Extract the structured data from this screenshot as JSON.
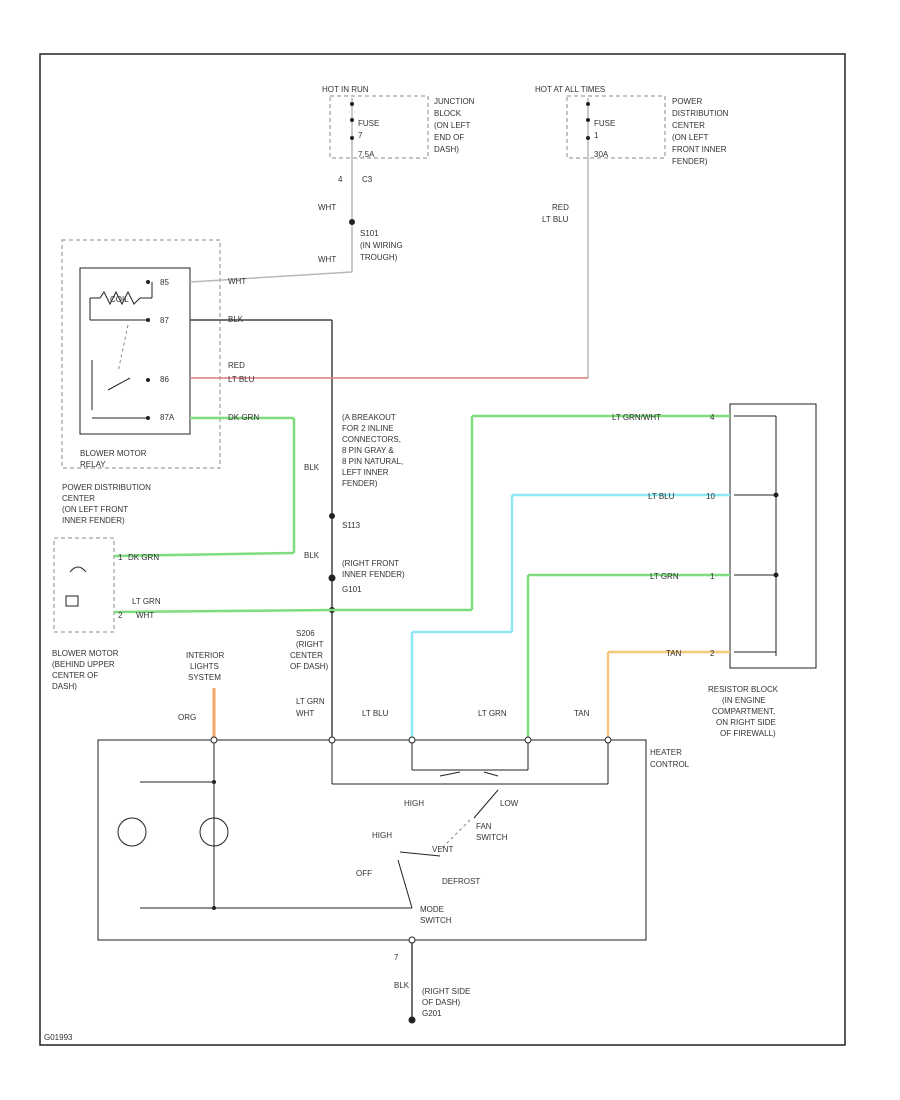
{
  "colors": {
    "frame": "#222222",
    "wire_wht": "#b8b8b8",
    "wire_blk": "#444444",
    "wire_red": "#e07a7a",
    "wire_grn": "#7fdc7f",
    "wire_blu": "#8ee8f4",
    "wire_tan": "#f5c87a",
    "wire_org": "#f3a76a",
    "dash": "#888888"
  },
  "hot_run": {
    "header": "HOT IN RUN",
    "fuse1": "FUSE",
    "fuse2": "7",
    "fuse3": "7.5A",
    "desc": [
      "JUNCTION",
      "BLOCK",
      "(ON LEFT",
      "END OF",
      "DASH)"
    ],
    "conn_pin": "4",
    "conn_id": "C3"
  },
  "hot_all": {
    "header": "HOT AT ALL TIMES",
    "fuse1": "FUSE",
    "fuse2": "1",
    "fuse3": "30A",
    "desc": [
      "POWER",
      "DISTRIBUTION",
      "CENTER",
      "(ON LEFT",
      "FRONT INNER",
      "FENDER)"
    ]
  },
  "splice": {
    "wire_top": "WHT",
    "wire_bottom": "WHT",
    "name": [
      "S101",
      "(IN WIRING",
      "TROUGH)"
    ]
  },
  "relay": {
    "pins": [
      "85",
      "87",
      "86",
      "87A"
    ],
    "pin_label_86": "86",
    "coil": "COIL",
    "label": [
      "BLOWER MOTOR",
      "RELAY"
    ],
    "pdc": [
      "POWER DISTRIBUTION",
      "CENTER",
      "(ON LEFT FRONT",
      "INNER FENDER)"
    ],
    "wire_85": "WHT",
    "wire_87": "BLK",
    "wire_86_a": "RED",
    "wire_86_b": "LT BLU",
    "wire_87a": "DK GRN"
  },
  "ground_path": {
    "blk1": "BLK",
    "breakout": [
      "(A BREAKOUT",
      "FOR 2 INLINE",
      "CONNECTORS,",
      "8 PIN GRAY &",
      "8 PIN NATURAL,",
      "LEFT INNER",
      "FENDER)"
    ],
    "conn_s113": "S113",
    "blk2": "BLK",
    "ground": [
      "(RIGHT FRONT",
      "INNER FENDER)"
    ],
    "g101": "G101",
    "s206": [
      "S206",
      "(RIGHT",
      "CENTER",
      "OF DASH)"
    ]
  },
  "blower_motor": {
    "pin1": "1",
    "wire1": "DK GRN",
    "pin2": "2",
    "wire2_a": "LT GRN",
    "wire2_b": "WHT",
    "label": [
      "BLOWER MOTOR",
      "(BEHIND UPPER",
      "CENTER OF",
      "DASH)"
    ]
  },
  "resistor_block": {
    "wires": [
      {
        "label": "LT GRN/WHT",
        "pin": "4"
      },
      {
        "label": "LT BLU",
        "pin": "10"
      },
      {
        "label": "LT GRN",
        "pin": "1"
      },
      {
        "label": "TAN",
        "pin": "2"
      }
    ],
    "label": [
      "RESISTOR BLOCK",
      "(IN ENGINE",
      "COMPARTMENT,",
      "ON RIGHT SIDE",
      "OF FIREWALL)"
    ]
  },
  "heater_control": {
    "label": [
      "HEATER",
      "CONTROL"
    ],
    "interior_lights": [
      "INTERIOR",
      "LIGHTS",
      "SYSTEM"
    ],
    "wire_org": "ORG",
    "wire_ltgrn": "LT GRN",
    "wire_wht": "WHT",
    "wire_ltblu": "LT BLU",
    "wire_ltgrn2": "LT GRN",
    "wire_tan": "TAN",
    "sw_high": "HIGH",
    "sw_low": "LOW",
    "fan_switch": [
      "FAN",
      "SWITCH"
    ],
    "mode_high": "HIGH",
    "mode_off": "OFF",
    "mode_vent": "VENT",
    "defrost": "DEFROST",
    "mode_switch": [
      "MODE",
      "SWITCH"
    ],
    "ground_pin": "7",
    "ground_wire": "BLK",
    "ground_label": [
      "(RIGHT SIDE",
      "OF DASH)",
      "G201"
    ]
  },
  "footer_code": "G01993"
}
